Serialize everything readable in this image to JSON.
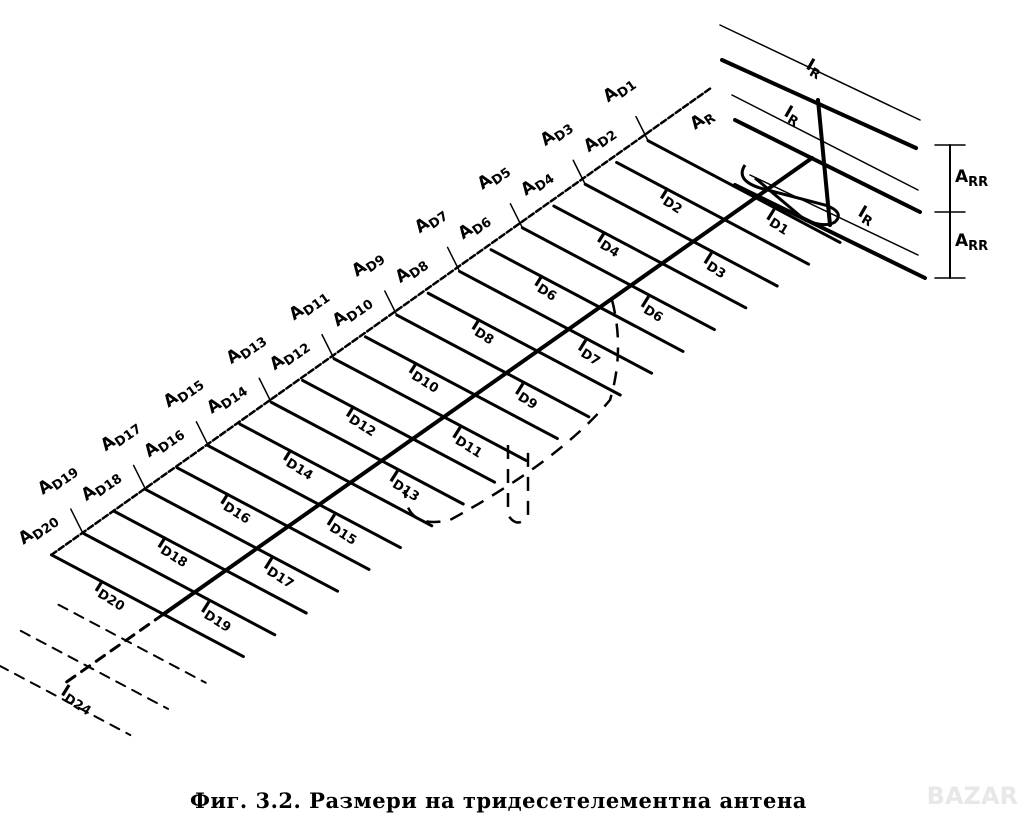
{
  "caption": "Фиг. 3.2. Размери на тридесетелементна антена",
  "watermark": "BAZAR",
  "reflector": {
    "length_label": "I",
    "length_sub": "R",
    "spacing_label": "A",
    "spacing_sub": "RR",
    "spacing_from_boom_label": "A",
    "spacing_from_boom_sub": "R"
  },
  "director_labels": [
    "D1",
    "D2",
    "D3",
    "D4",
    "D6",
    "D6",
    "D7",
    "D8",
    "D9",
    "D10",
    "D11",
    "D12",
    "D13",
    "D14",
    "D15",
    "D16",
    "D17",
    "D18",
    "D19",
    "D20"
  ],
  "spacing_labels": [
    "D1",
    "D2",
    "D3",
    "D4",
    "D5",
    "D6",
    "D7",
    "D8",
    "D9",
    "D10",
    "D11",
    "D12",
    "D13",
    "D14",
    "D15",
    "D16",
    "D17",
    "D18",
    "D19",
    "D20"
  ],
  "last_director_label": "D24",
  "length_prefix": "I",
  "spacing_prefix": "A"
}
